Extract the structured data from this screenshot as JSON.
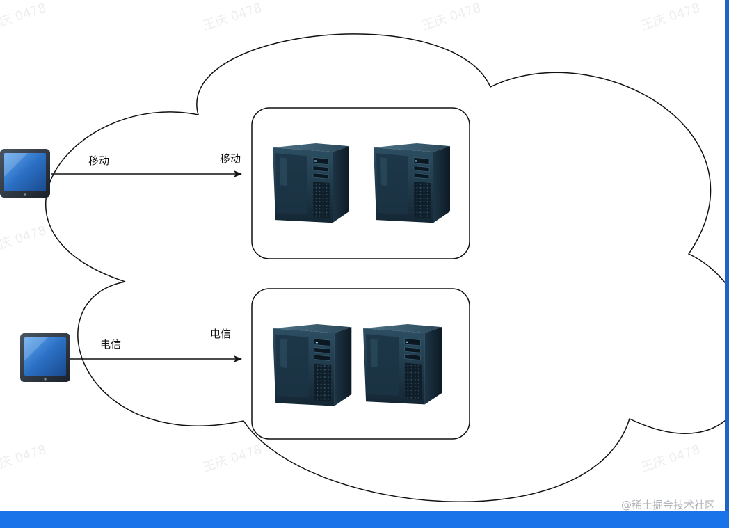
{
  "connections": [
    {
      "device_label": "移动",
      "target_label": "移动"
    },
    {
      "device_label": "电信",
      "target_label": "电信"
    }
  ],
  "watermark": "王庆 0478",
  "credit": "@稀土掘金技术社区",
  "colors": {
    "stroke": "#111111",
    "screen": "#3a7fd0",
    "server_body": "#1f3b4d",
    "bottom_bar": "#1a73e8"
  }
}
